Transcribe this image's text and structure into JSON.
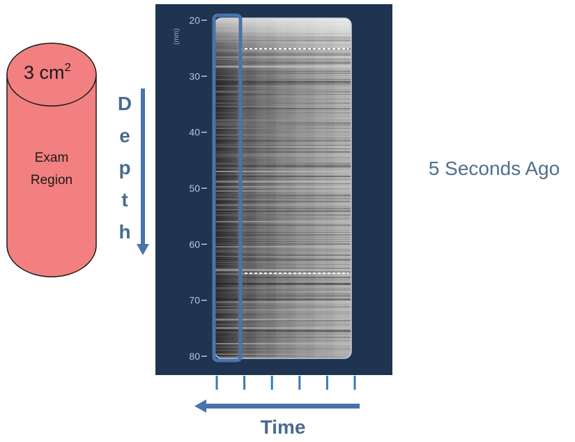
{
  "cylinder": {
    "area_value": "3 cm",
    "area_exponent": "2",
    "label_line1": "Exam",
    "label_line2": "Region",
    "fill_color": "#f28080",
    "stroke_color": "#1a1a1a"
  },
  "depth_arrow": {
    "letters": [
      "D",
      "e",
      "p",
      "t",
      "h"
    ],
    "color": "#4a73aa"
  },
  "mmode_image": {
    "unit_label": "(mm)",
    "depth_ticks": [
      "20",
      "30",
      "40",
      "50",
      "60",
      "70",
      "80"
    ],
    "panel_color": "#1e3450",
    "highlight_color": "#4a73aa"
  },
  "time_axis": {
    "label": "Time",
    "tick_count": 6,
    "tick_color": "#2f7dc2",
    "arrow_color": "#4a73aa"
  },
  "annotation": {
    "text": "5 Seconds Ago"
  }
}
